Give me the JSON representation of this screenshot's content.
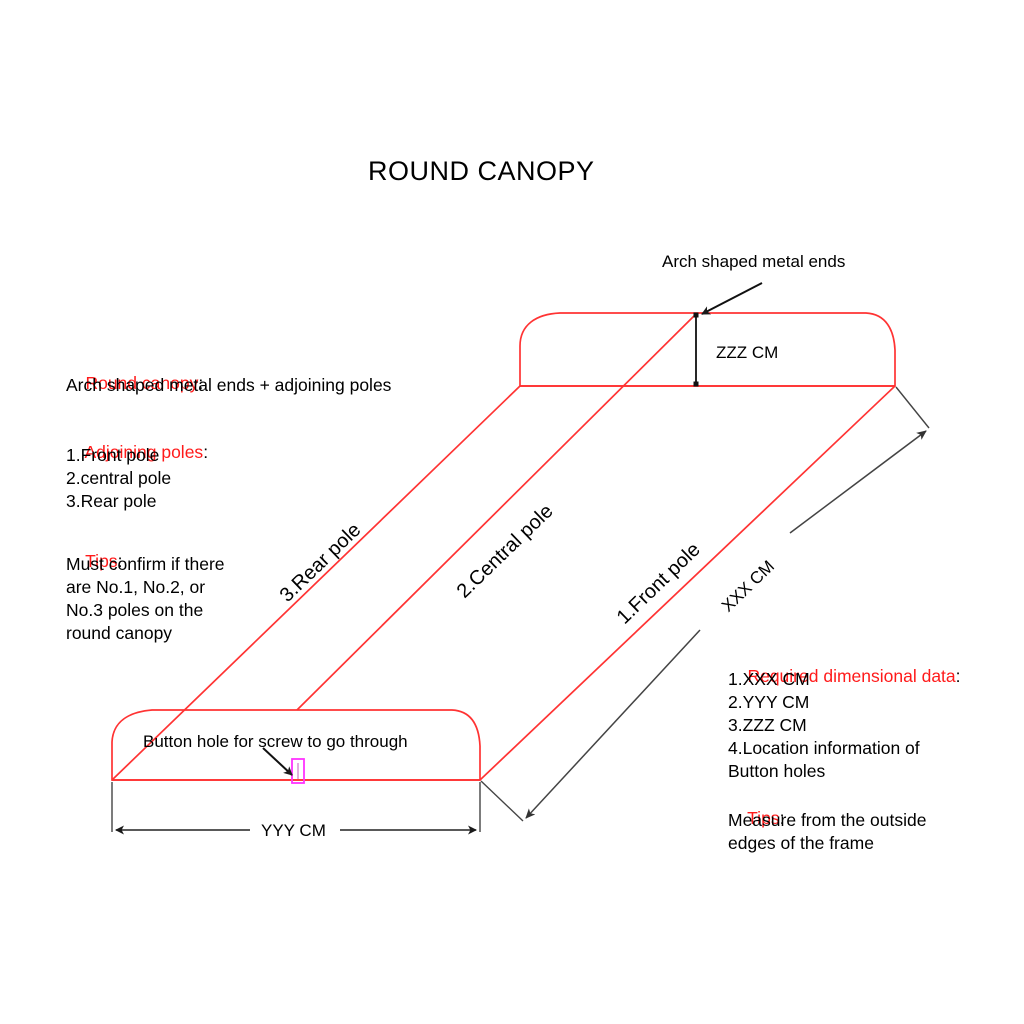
{
  "title": "ROUND CANOPY",
  "colors": {
    "frame_red": "#ff3333",
    "accent_red": "#ff1a1a",
    "dimension_gray": "#555555",
    "button_hole_magenta": "#ff33ff",
    "text_black": "#000000",
    "background": "#ffffff"
  },
  "left_notes": {
    "canopy": {
      "heading": "Round canopy",
      "heading_colon": ":",
      "body": "Arch shaped metal ends + adjoining poles"
    },
    "poles": {
      "heading": "Adjoining poles",
      "heading_colon": ":",
      "items": [
        "1.Front pole",
        "2.central pole",
        "3.Rear pole"
      ]
    },
    "tips": {
      "heading": "Tips",
      "heading_colon": ":",
      "lines": [
        "Must confirm if there",
        "are No.1, No.2, or",
        "No.3 poles on the",
        "round canopy"
      ]
    }
  },
  "right_notes": {
    "required": {
      "heading": "Required dimensional data",
      "heading_colon": ":",
      "items": [
        "1.XXX CM",
        "2.YYY CM",
        "3.ZZZ CM",
        "4.Location information of",
        "Button holes"
      ]
    },
    "tips": {
      "heading": "Tips",
      "heading_colon": ":",
      "lines": [
        "Measure from the outside",
        "edges of the frame"
      ]
    }
  },
  "callouts": {
    "arch_ends": "Arch shaped metal ends",
    "button_hole": "Button hole for screw to go through"
  },
  "dimensions": {
    "height": "ZZZ CM",
    "width": "YYY CM",
    "length": "XXX CM"
  },
  "pole_labels": {
    "rear": "3.Rear pole",
    "central": "2.Central pole",
    "front": "1.Front pole"
  },
  "icons": {
    "arch_arrow": "arrow-down-left-icon",
    "button_hole_arrow": "arrow-down-right-icon",
    "button_hole_marker": "button-hole-icon"
  }
}
